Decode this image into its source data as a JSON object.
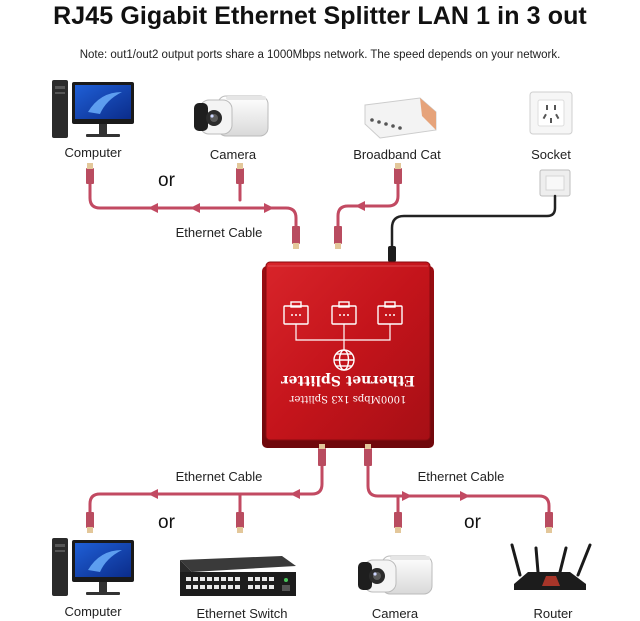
{
  "title": "RJ45 Gigabit Ethernet Splitter LAN 1 in 3 out",
  "note": "Note: out1/out2 output ports share a 1000Mbps network. The speed depends on your network.",
  "top_devices": {
    "computer": "Computer",
    "camera": "Camera",
    "broadband_cat": "Broadband Cat",
    "socket": "Socket"
  },
  "top_or": "or",
  "top_cable_label": "Ethernet Cable",
  "splitter": {
    "name": "Ethernet Splitter",
    "spec": "1000Mbps 1x3 Splitter",
    "body_color": "#c8161d"
  },
  "bottom_cable_left_label": "Ethernet Cable",
  "bottom_cable_right_label": "Ethernet Cable",
  "bottom_or_left": "or",
  "bottom_or_right": "or",
  "bottom_devices": {
    "computer": "Computer",
    "ethernet_switch": "Ethernet Switch",
    "camera": "Camera",
    "router": "Router"
  },
  "colors": {
    "cable": "#c24a62",
    "power_cable": "#222222",
    "splitter_red": "#c8161d"
  }
}
